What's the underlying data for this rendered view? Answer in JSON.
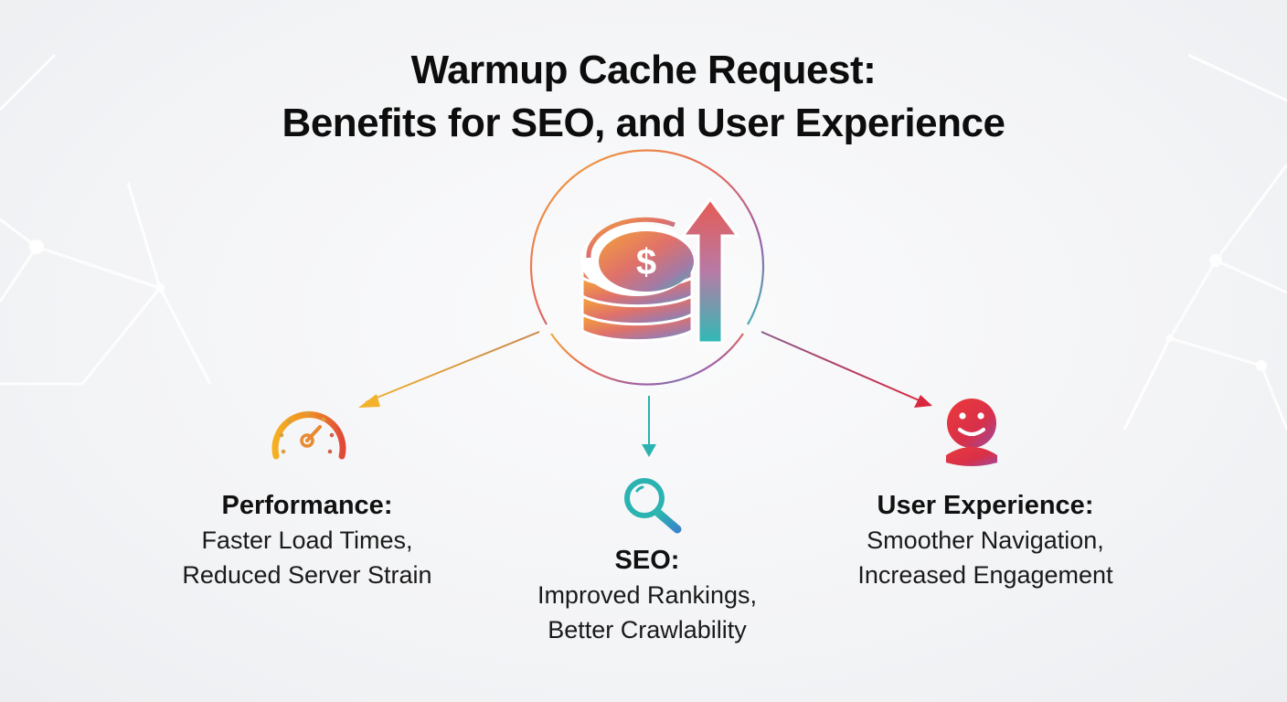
{
  "title": {
    "line1": "Warmup Cache Request:",
    "line2": "Benefits for SEO, and User Experience"
  },
  "center": {
    "icon": "coin-stack-with-up-arrow-icon",
    "symbol": "$"
  },
  "branches": [
    {
      "id": "performance",
      "icon": "speedometer-icon",
      "heading": "Performance:",
      "lines": [
        "Faster Load Times,",
        "Reduced Server Strain"
      ],
      "color": "#e8a020"
    },
    {
      "id": "seo",
      "icon": "magnifier-icon",
      "heading": "SEO:",
      "lines": [
        "Improved Rankings,",
        "Better Crawlability"
      ],
      "color": "#2bb3b1"
    },
    {
      "id": "user-experience",
      "icon": "smiley-user-icon",
      "heading": "User Experience:",
      "lines": [
        "Smoother Navigation,",
        "Increased Engagement"
      ],
      "color": "#d8283f"
    }
  ],
  "colors": {
    "background": "#f3f4f6",
    "orange": "#f0902a",
    "coral": "#e5525a",
    "purple": "#a06ab0",
    "teal": "#2bb3b1",
    "red": "#d8283f"
  }
}
